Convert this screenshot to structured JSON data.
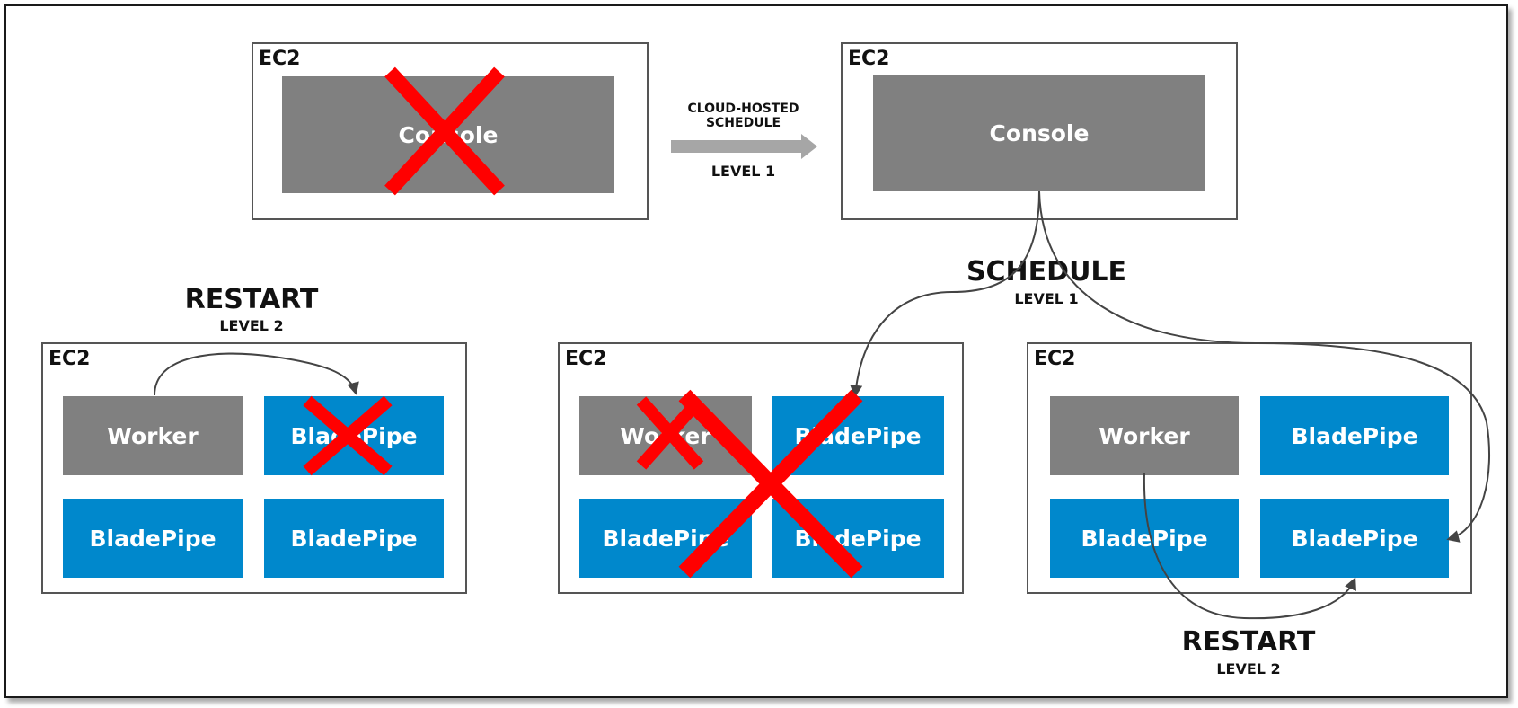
{
  "ec2_label": "EC2",
  "console_label": "Console",
  "worker_label": "Worker",
  "bladepipe_label": "BladePipe",
  "cloud_schedule": {
    "line1": "CLOUD-HOSTED",
    "line2": "SCHEDULE",
    "level": "LEVEL 1"
  },
  "schedule": {
    "title": "SCHEDULE",
    "level": "LEVEL 1"
  },
  "restart_left": {
    "title": "RESTART",
    "level": "LEVEL 2"
  },
  "restart_right": {
    "title": "RESTART",
    "level": "LEVEL 2"
  },
  "colors": {
    "worker_gray": "#808080",
    "bladepipe_blue": "#0088cc",
    "failure_red": "#ff0000",
    "arrow_gray": "#a6a6a6"
  }
}
